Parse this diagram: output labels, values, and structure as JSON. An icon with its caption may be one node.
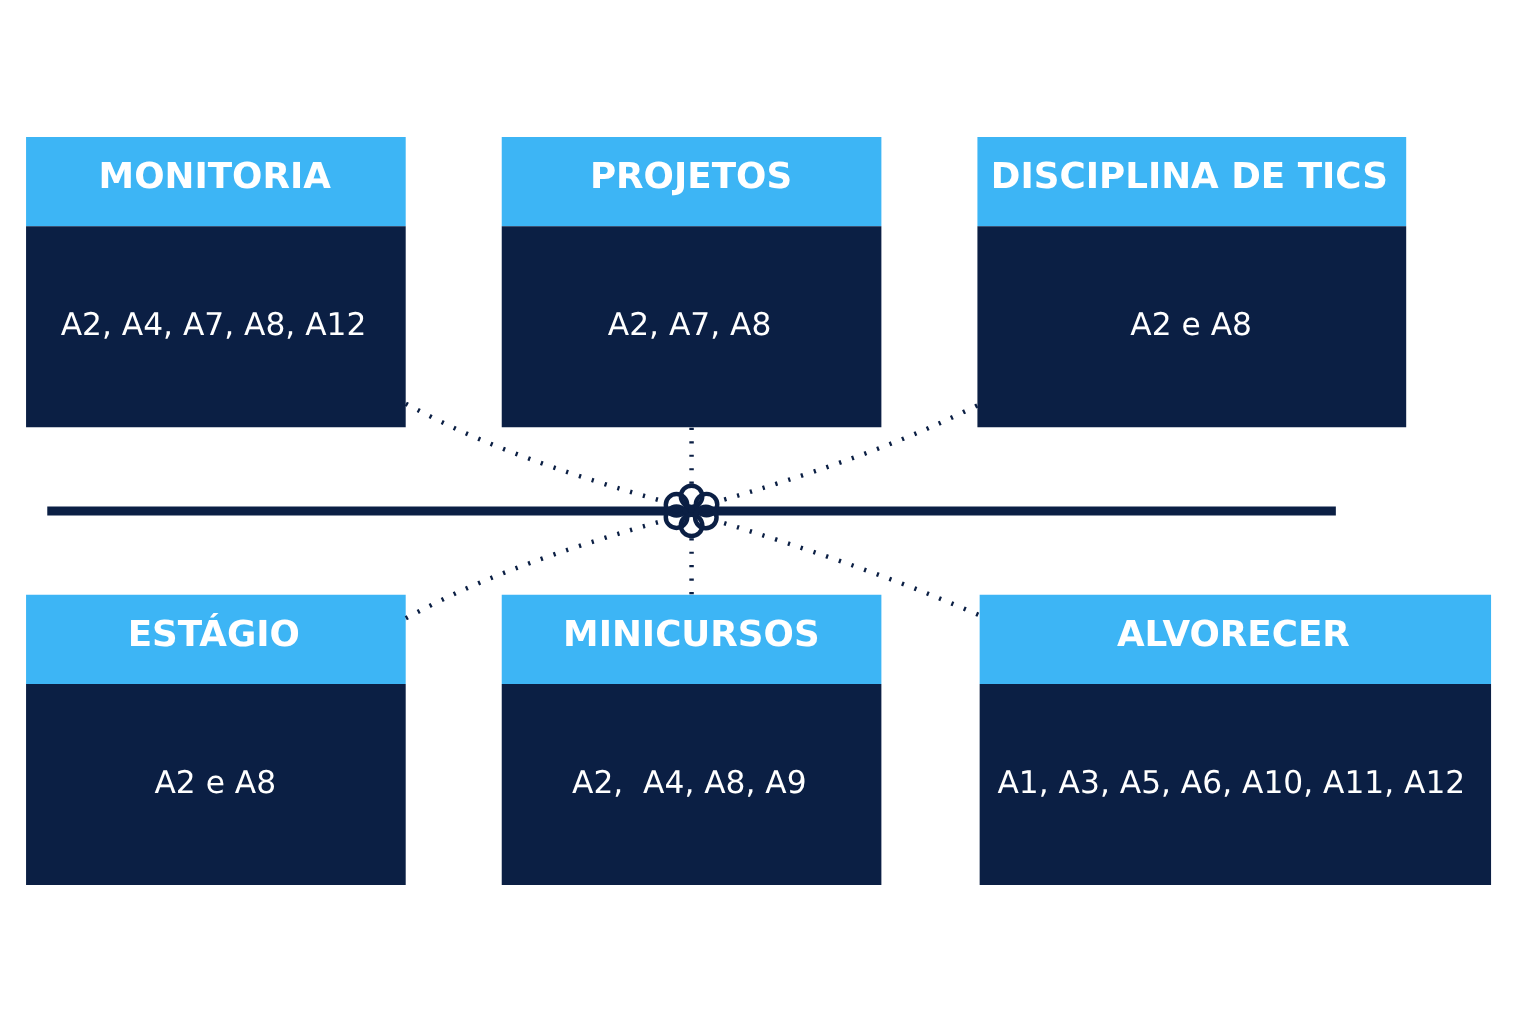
{
  "diagram": {
    "nodes": [
      {
        "text": [
          "MONITORIA",
          "A2, A4, A7, A8, A12"
        ]
      },
      {
        "text": [
          "PROJETOS",
          "A2, A7, A8"
        ]
      },
      {
        "text": [
          "DISCIPLINA DE TICS",
          "A2 e A8"
        ]
      },
      {
        "text": [],
        "shape": "bar"
      },
      {
        "text": [
          "ESTÁGIO",
          "A2 e A8"
        ]
      },
      {
        "text": [
          "MINICURSOS",
          "A2,  A4, A8, A9"
        ]
      },
      {
        "text": [
          "ALVORECER",
          "A1, A3, A5, A6, A10, A11, A12"
        ]
      }
    ],
    "edges": [
      {
        "from": 0,
        "to": 3,
        "arrow": "other",
        "style": "dashed"
      },
      {
        "from": 1,
        "to": 3,
        "arrow": "other",
        "style": "dashed"
      },
      {
        "from": 2,
        "to": 3,
        "arrow": "other",
        "style": "dashed"
      },
      {
        "from": 4,
        "to": 3,
        "arrow": "other",
        "style": "dashed"
      },
      {
        "from": 5,
        "to": 3,
        "arrow": "other",
        "style": "dashed"
      },
      {
        "from": 6,
        "to": 3,
        "arrow": "other",
        "style": "dashed"
      }
    ]
  }
}
